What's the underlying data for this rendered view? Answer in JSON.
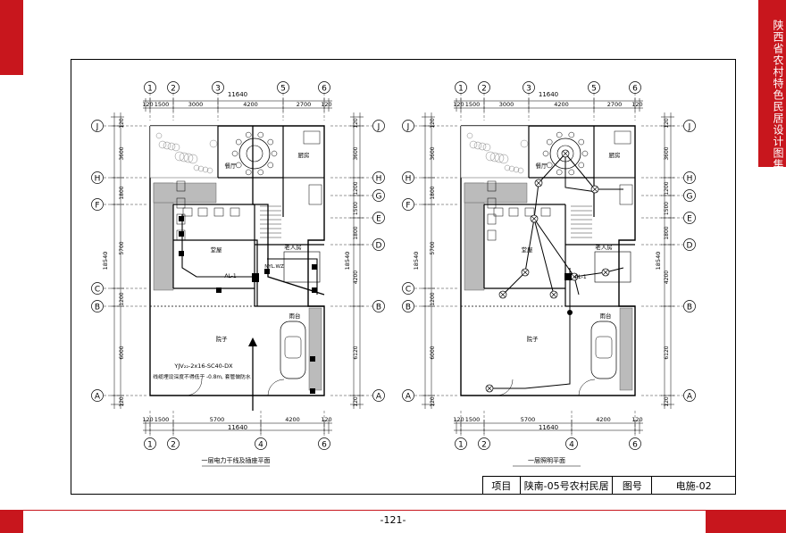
{
  "side_title": "陕西省农村特色民居设计图集",
  "page_number": "-121-",
  "title_block": {
    "label_project": "项目",
    "project_name": "陕南-05号农村民居",
    "label_drawing_no": "图号",
    "drawing_no": "电施-02"
  },
  "plans": [
    {
      "caption": "一层电力干线及插座平面",
      "grid_top": [
        "1",
        "2",
        "3",
        "5",
        "6"
      ],
      "grid_bottom": [
        "1",
        "2",
        "4",
        "6"
      ],
      "grid_side": [
        "J",
        "H",
        "F",
        "C",
        "B",
        "A"
      ],
      "grid_right": [
        "J",
        "H",
        "G",
        "E",
        "D",
        "B",
        "A"
      ],
      "dims_top": [
        "120",
        "1500",
        "3000",
        "4200",
        "2700",
        "120"
      ],
      "dims_bottom": [
        "120",
        "1500",
        "5700",
        "4200",
        "120"
      ],
      "total_width": "11640",
      "dims_left": [
        "120",
        "3600",
        "1800",
        "5700",
        "1200",
        "6000",
        "120"
      ],
      "left_total": "18540",
      "dims_right": [
        "120",
        "3600",
        "1200",
        "1500",
        "1800",
        "4200",
        "6120",
        "120"
      ],
      "right_total": "18540",
      "rooms": [
        "餐厅",
        "厨房",
        "堂屋",
        "老人房",
        "雨台",
        "院子"
      ],
      "annotations": [
        "YJV₂₂-2x16-SC40-DX",
        "线缆埋设深度不得低于 -0.8m, 套管做防水",
        "AL-1",
        "NYL.WZ"
      ]
    },
    {
      "caption": "一层照明平面",
      "grid_top": [
        "1",
        "2",
        "3",
        "5",
        "6"
      ],
      "grid_bottom": [
        "1",
        "2",
        "4",
        "6"
      ],
      "grid_side": [
        "J",
        "H",
        "F",
        "C",
        "B",
        "A"
      ],
      "grid_right": [
        "J",
        "H",
        "G",
        "E",
        "D",
        "B",
        "A"
      ],
      "dims_top": [
        "120",
        "1500",
        "3000",
        "4200",
        "2700",
        "120"
      ],
      "dims_bottom": [
        "120",
        "1500",
        "5700",
        "4200",
        "120"
      ],
      "total_width": "11640",
      "dims_left": [
        "120",
        "3600",
        "1800",
        "5700",
        "1200",
        "6000",
        "120"
      ],
      "left_total": "18540",
      "dims_right": [
        "120",
        "3600",
        "1200",
        "1500",
        "1800",
        "4200",
        "6120",
        "120"
      ],
      "right_total": "18540",
      "rooms": [
        "餐厅",
        "厨房",
        "堂屋",
        "老人房",
        "雨台",
        "院子"
      ],
      "annotations": [
        "AL-1"
      ]
    }
  ]
}
